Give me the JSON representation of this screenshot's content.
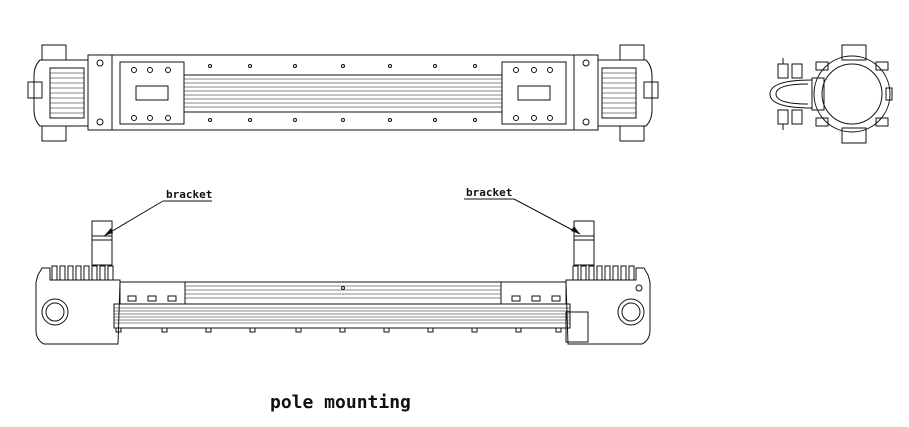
{
  "labels": {
    "bracket_left": "bracket",
    "bracket_right": "bracket"
  },
  "caption": "pole mounting"
}
